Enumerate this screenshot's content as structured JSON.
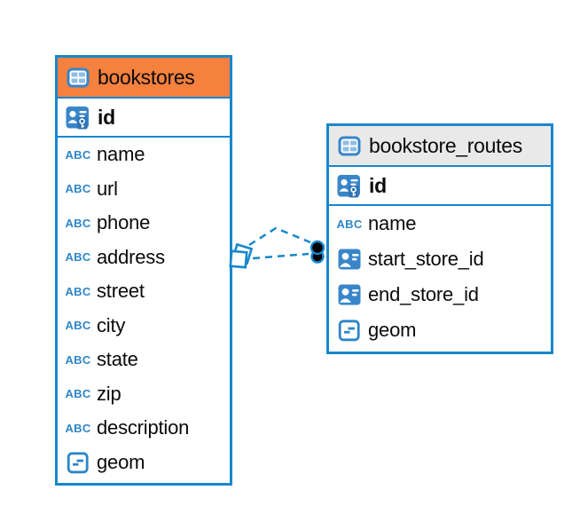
{
  "tables": [
    {
      "name": "bookstores",
      "header_color": "#F6803E",
      "primary_key": {
        "name": "id",
        "type": "primary-key"
      },
      "columns": [
        {
          "name": "name",
          "type": "text"
        },
        {
          "name": "url",
          "type": "text"
        },
        {
          "name": "phone",
          "type": "text"
        },
        {
          "name": "address",
          "type": "text"
        },
        {
          "name": "street",
          "type": "text"
        },
        {
          "name": "city",
          "type": "text"
        },
        {
          "name": "state",
          "type": "text"
        },
        {
          "name": "zip",
          "type": "text"
        },
        {
          "name": "description",
          "type": "text"
        },
        {
          "name": "geom",
          "type": "geometry"
        }
      ]
    },
    {
      "name": "bookstore_routes",
      "header_color": "#E9E9E9",
      "primary_key": {
        "name": "id",
        "type": "primary-key"
      },
      "columns": [
        {
          "name": "name",
          "type": "text"
        },
        {
          "name": "start_store_id",
          "type": "reference"
        },
        {
          "name": "end_store_id",
          "type": "reference"
        },
        {
          "name": "geom",
          "type": "geometry"
        }
      ]
    }
  ],
  "icons": {
    "text_type_label": "ABC",
    "table_icon": "table-grid",
    "primary_key_icon": "person-card-with-key",
    "reference_icon": "person-card",
    "geometry_icon": "box-with-dash"
  },
  "connections": [
    {
      "between": [
        "bookstores",
        "bookstore_routes"
      ],
      "style": "dashed",
      "left_terminator": "diamond",
      "right_terminator": "dot"
    },
    {
      "between": [
        "bookstores",
        "bookstore_routes"
      ],
      "style": "dashed",
      "left_terminator": "diamond",
      "right_terminator": "dot"
    }
  ],
  "colors": {
    "accent_blue": "#1787CD",
    "icon_blue": "#3886C9",
    "selected_header_orange": "#F6803E",
    "header_gray": "#E9E9E9",
    "text": "#0A0A0A"
  }
}
